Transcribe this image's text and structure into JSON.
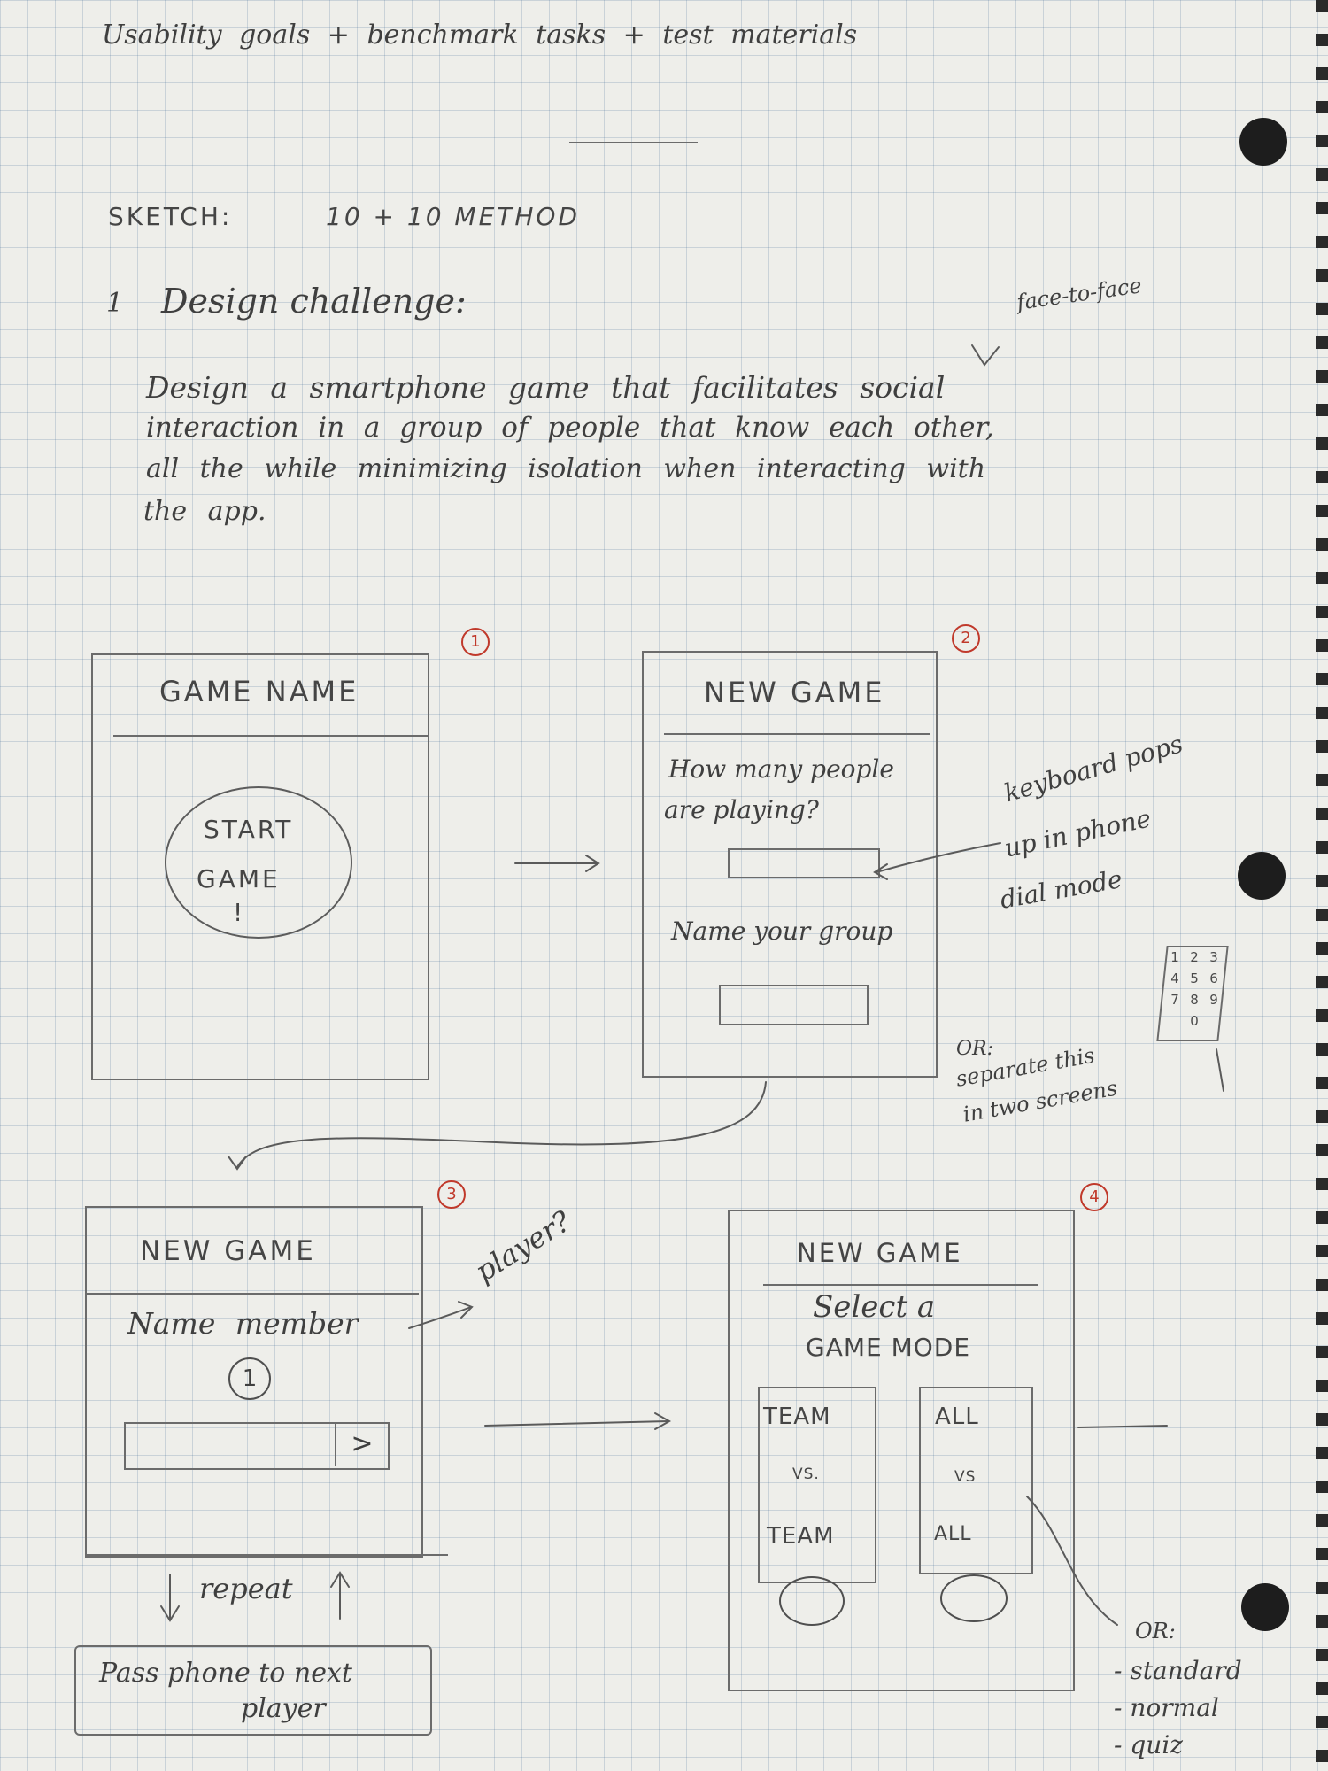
{
  "header": {
    "line": "Usability goals   +   benchmark tasks   +   test materials"
  },
  "sketch": {
    "heading": "SKETCH:",
    "method": "10 + 10 METHOD"
  },
  "challenge": {
    "number": "1",
    "label": "Design challenge:",
    "lines": [
      "Design a smartphone game that facilitates social",
      "interaction in a group of people that know each other,",
      "all the while minimizing isolation when interacting with",
      "the app."
    ],
    "insert": "face-to-face"
  },
  "screens": [
    {
      "number": "1",
      "title": "GAME NAME",
      "button_line1": "START",
      "button_line2": "GAME",
      "button_line3": "!"
    },
    {
      "number": "2",
      "title": "NEW GAME",
      "question_line1": "How many people",
      "question_line2": "are playing?",
      "group_label": "Name your group",
      "note_keyboard_line1": "keyboard pops",
      "note_keyboard_line2": "up in phone",
      "note_keyboard_line3": "dial mode",
      "keypad": [
        "1",
        "2",
        "3",
        "4",
        "5",
        "6",
        "7",
        "8",
        "9",
        "0"
      ],
      "note_or_line1": "OR:",
      "note_or_line2": "separate this",
      "note_or_line3": "in two screens"
    },
    {
      "number": "3",
      "title": "NEW GAME",
      "label": "Name member",
      "member_number": "1",
      "next_glyph": ">",
      "note_player": "player?",
      "repeat": "repeat",
      "pass_line1": "Pass phone to next",
      "pass_line2": "player"
    },
    {
      "number": "4",
      "title": "NEW GAME",
      "subtitle_line1": "Select a",
      "subtitle_line2": "GAME MODE",
      "option_team": [
        "TEAM",
        "VS.",
        "TEAM"
      ],
      "option_all": [
        "ALL",
        "VS",
        "ALL"
      ],
      "note_or": "OR:",
      "mode_list": [
        "- standard",
        "- normal",
        "- quiz"
      ]
    }
  ]
}
